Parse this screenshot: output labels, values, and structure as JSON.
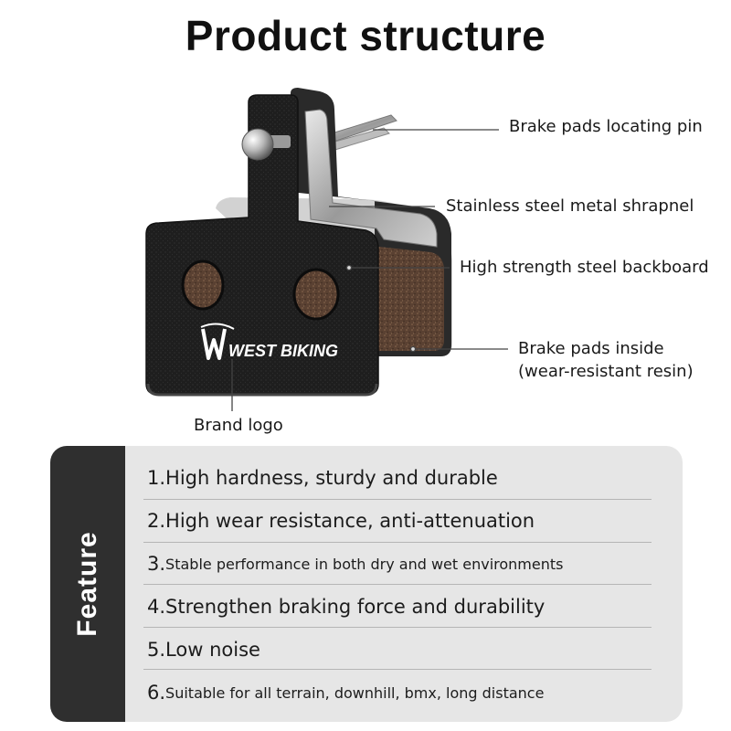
{
  "title": "Product structure",
  "callouts": {
    "locating_pin": "Brake pads locating pin",
    "shrapnel": "Stainless steel metal shrapnel",
    "backboard": "High strength steel backboard",
    "pads_inside_line1": "Brake pads inside",
    "pads_inside_line2": "(wear-resistant resin)",
    "brand_logo": "Brand logo"
  },
  "product": {
    "logo_text": "WEST BIKING",
    "pad_color": "#2b2b2b",
    "resin_color": "#5a4132"
  },
  "features": {
    "side_label": "Feature",
    "items": [
      {
        "num": "1.",
        "text": "High hardness, sturdy and durable",
        "size": "big"
      },
      {
        "num": "2.",
        "text": "High wear resistance, anti-attenuation",
        "size": "big"
      },
      {
        "num": "3.",
        "text": "Stable performance in both dry and wet environments",
        "size": "small"
      },
      {
        "num": "4.",
        "text": "Strengthen braking force and durability",
        "size": "big"
      },
      {
        "num": "5.",
        "text": "Low noise",
        "size": "big"
      },
      {
        "num": "6.",
        "text": "Suitable for all terrain, downhill, bmx, long distance",
        "size": "small"
      }
    ]
  },
  "colors": {
    "feature_side_bg": "#2f2f2f",
    "feature_panel_bg": "#e6e6e6"
  }
}
